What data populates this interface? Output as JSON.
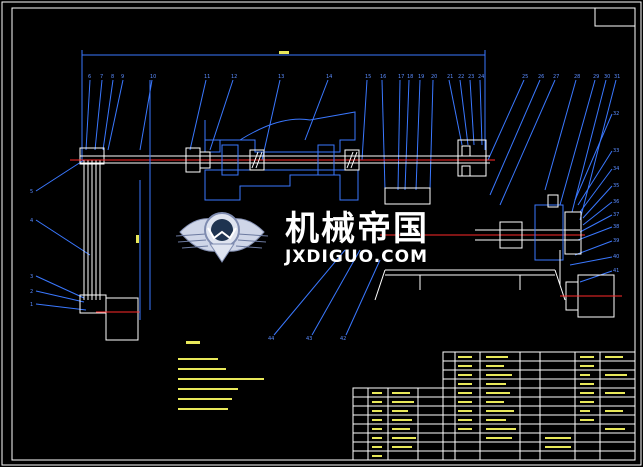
{
  "watermark": {
    "cn_text": "机械帝国",
    "en_text": "JXDIGUO.COM",
    "emblem_icon": "winged-gear-shield-icon"
  },
  "colors": {
    "background": "#000000",
    "outline": "#3a78ff",
    "centerline": "#ff2a2a",
    "hatch": "#3a78ff",
    "highlight": "#ffffff"
  },
  "balloons": {
    "top_row": [
      "6",
      "7",
      "8",
      "9",
      "10",
      "11",
      "12",
      "13",
      "14",
      "15",
      "16",
      "17",
      "18",
      "19",
      "20",
      "21",
      "22",
      "23",
      "24",
      "25",
      "26",
      "27",
      "28",
      "29",
      "30",
      "31"
    ],
    "left_side": [
      "5",
      "4",
      "3",
      "2",
      "1"
    ],
    "bottom": [
      "44",
      "43",
      "42"
    ]
  }
}
